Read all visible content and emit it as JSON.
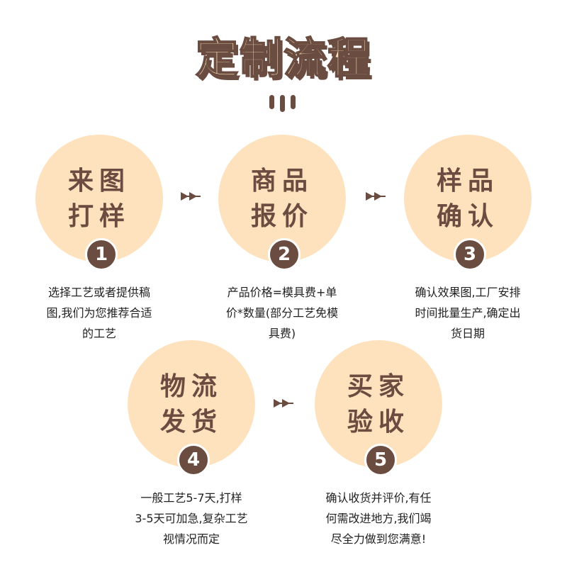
{
  "title": "定制流程",
  "colors": {
    "accent": "#6a4c40",
    "circle": "#fde2bd",
    "background": "#ffffff"
  },
  "steps": [
    {
      "number": "1",
      "line1": "来图",
      "line2": "打样",
      "desc": [
        "选择工艺或者提供稿",
        "图,我们为您推荐合适",
        "的工艺"
      ]
    },
    {
      "number": "2",
      "line1": "商品",
      "line2": "报价",
      "desc": [
        "产品价格=模具费+单",
        "价*数量(部分工艺免模",
        "具费)"
      ]
    },
    {
      "number": "3",
      "line1": "样品",
      "line2": "确认",
      "desc": [
        "确认效果图,工厂安排",
        "时间批量生产,确定出",
        "货日期"
      ]
    },
    {
      "number": "4",
      "line1": "物流",
      "line2": "发货",
      "desc": [
        "一般工艺5-7天,打样",
        "3-5天可加急,复杂工艺",
        "视情况而定"
      ]
    },
    {
      "number": "5",
      "line1": "买家",
      "line2": "验收",
      "desc": [
        "确认收货并评价,有任",
        "何需改进地方,我们竭",
        "尽全力做到您满意!"
      ]
    }
  ]
}
